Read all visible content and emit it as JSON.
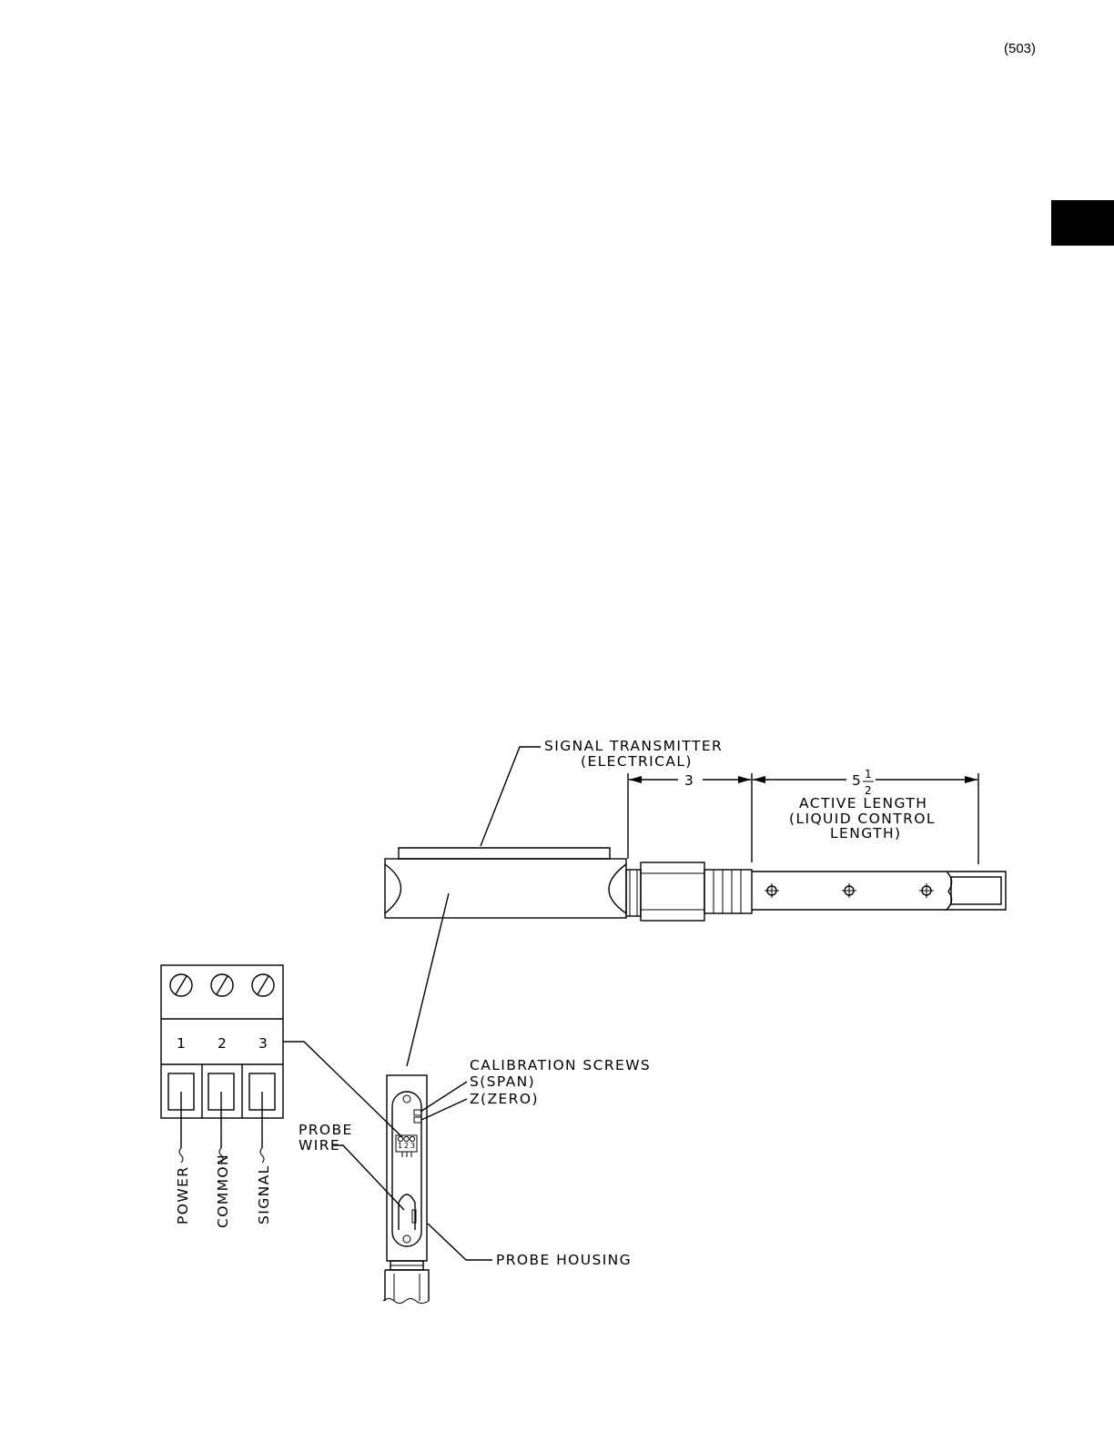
{
  "page": {
    "number": "(503)"
  },
  "colors": {
    "ink": "#000000",
    "paper": "#ffffff",
    "edge_tab": "#000000"
  },
  "diagram": {
    "labels": {
      "signal_transmitter": "SIGNAL TRANSMITTER",
      "signal_transmitter_sub": "(ELECTRICAL)",
      "dim_3": "3",
      "dim_5_whole": "5",
      "dim_5_num": "1",
      "dim_5_den": "2",
      "active_length": "ACTIVE LENGTH",
      "liquid_control": "(LIQUID CONTROL",
      "length": "LENGTH)",
      "calibration_screws": "CALIBRATION SCREWS",
      "span": "S(SPAN)",
      "zero": "Z(ZERO)",
      "probe": "PROBE",
      "wire": "WIRE",
      "probe_housing": "PROBE HOUSING"
    },
    "terminal_block": {
      "terminals": [
        "1",
        "2",
        "3"
      ],
      "wires": [
        "POWER",
        "COMMON",
        "SIGNAL"
      ]
    },
    "mini_terminals": [
      "1",
      "2",
      "3"
    ]
  }
}
